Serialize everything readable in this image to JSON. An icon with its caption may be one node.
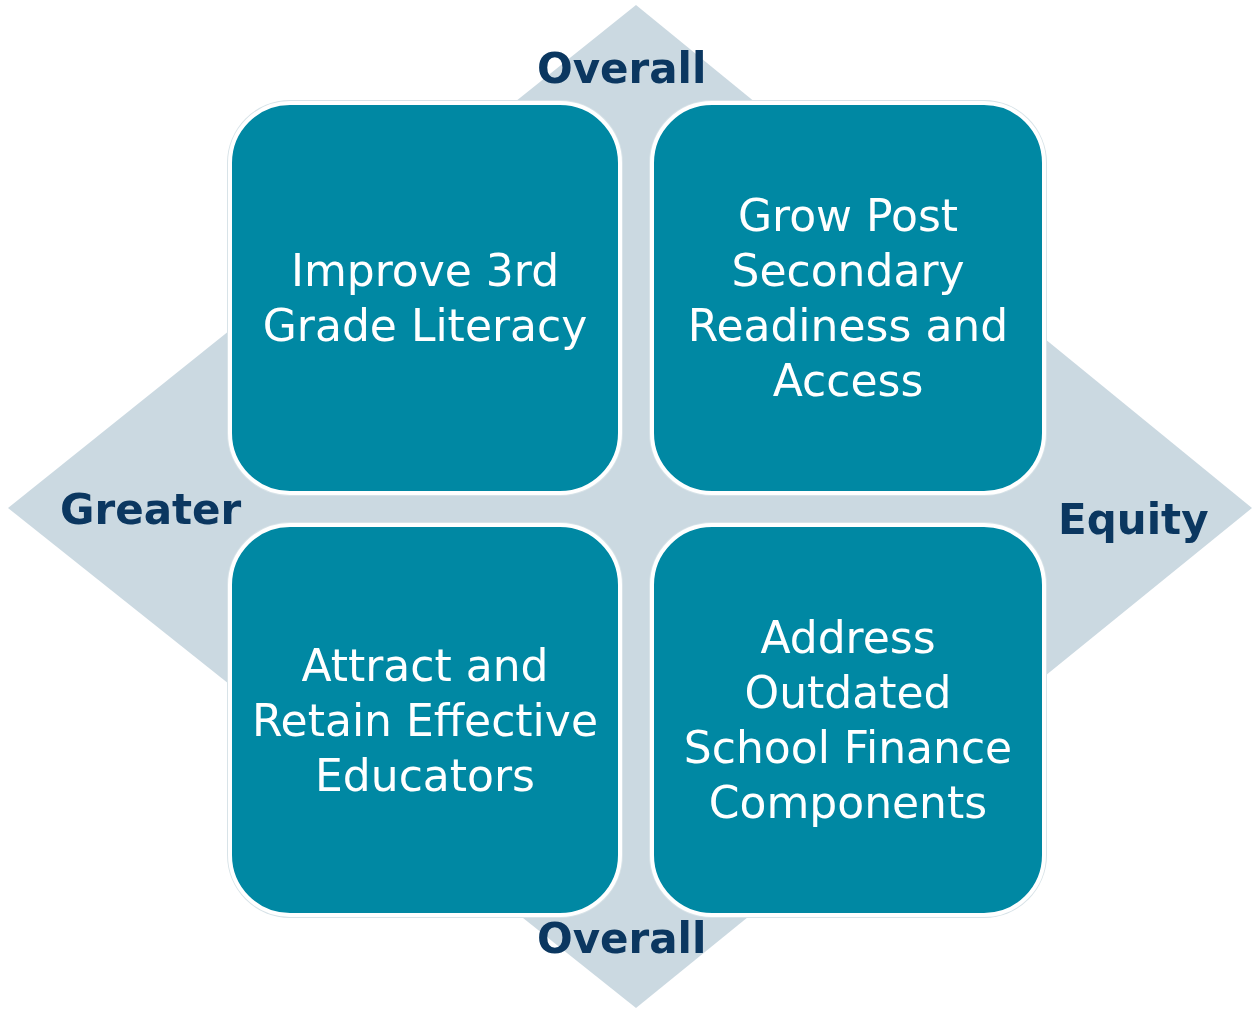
{
  "diagram": {
    "nodes": [
      {
        "text": [
          "Overall",
          "Greater",
          "Equity",
          "Overall"
        ]
      },
      {
        "text": [
          "Improve 3rd Grade Literacy"
        ],
        "in": 0
      },
      {
        "text": [
          "Grow Post Secondary Readiness and Access"
        ],
        "in": 0
      },
      {
        "text": [
          "Attract and Retain Effective Educators"
        ],
        "in": 0
      },
      {
        "text": [
          "Address Outdated School Finance Components"
        ],
        "in": 0
      }
    ]
  }
}
